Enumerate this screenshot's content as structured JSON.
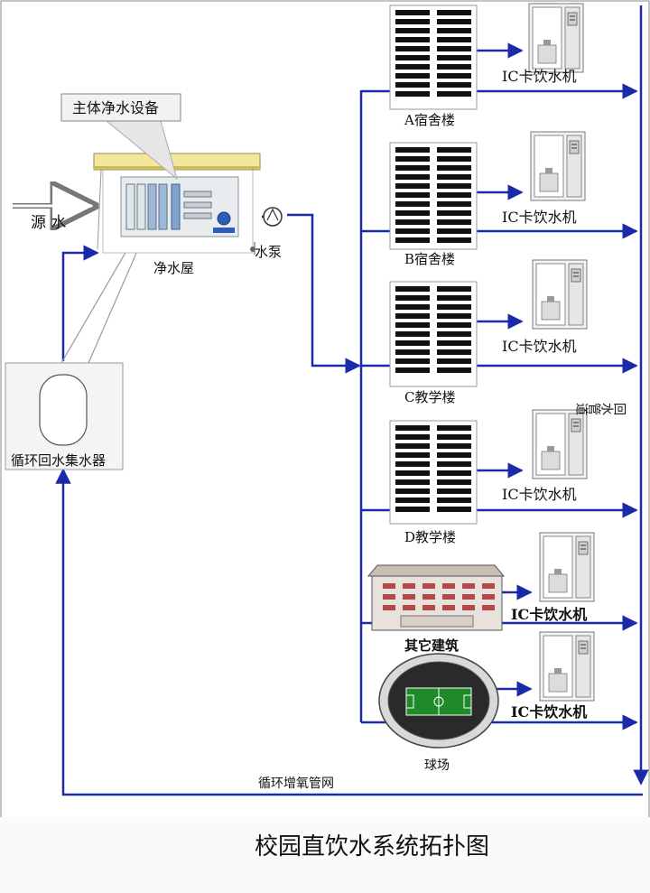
{
  "title": "校园直饮水系统拓扑图",
  "labels": {
    "main_equipment": "主体净水设备",
    "source_water": "源 水",
    "purification_room": "净水屋",
    "pump": "水泵",
    "collector": "循环回水集水器",
    "return_pipe": "回水管道",
    "loop_network": "循环增氧管网"
  },
  "buildings": [
    {
      "name": "A宿舍楼",
      "dispenser": "IC卡饮水机"
    },
    {
      "name": "B宿舍楼",
      "dispenser": "IC卡饮水机"
    },
    {
      "name": "C教学楼",
      "dispenser": "IC卡饮水机"
    },
    {
      "name": "D教学楼",
      "dispenser": "IC卡饮水机"
    },
    {
      "name": "其它建筑",
      "dispenser": "IC卡饮水机"
    },
    {
      "name": "球场",
      "dispenser": "IC卡饮水机"
    }
  ],
  "colors": {
    "pipe": "#1a2aa8",
    "tower": "#111111",
    "roof": "#f2e79a",
    "field": "#1f8a2a"
  }
}
